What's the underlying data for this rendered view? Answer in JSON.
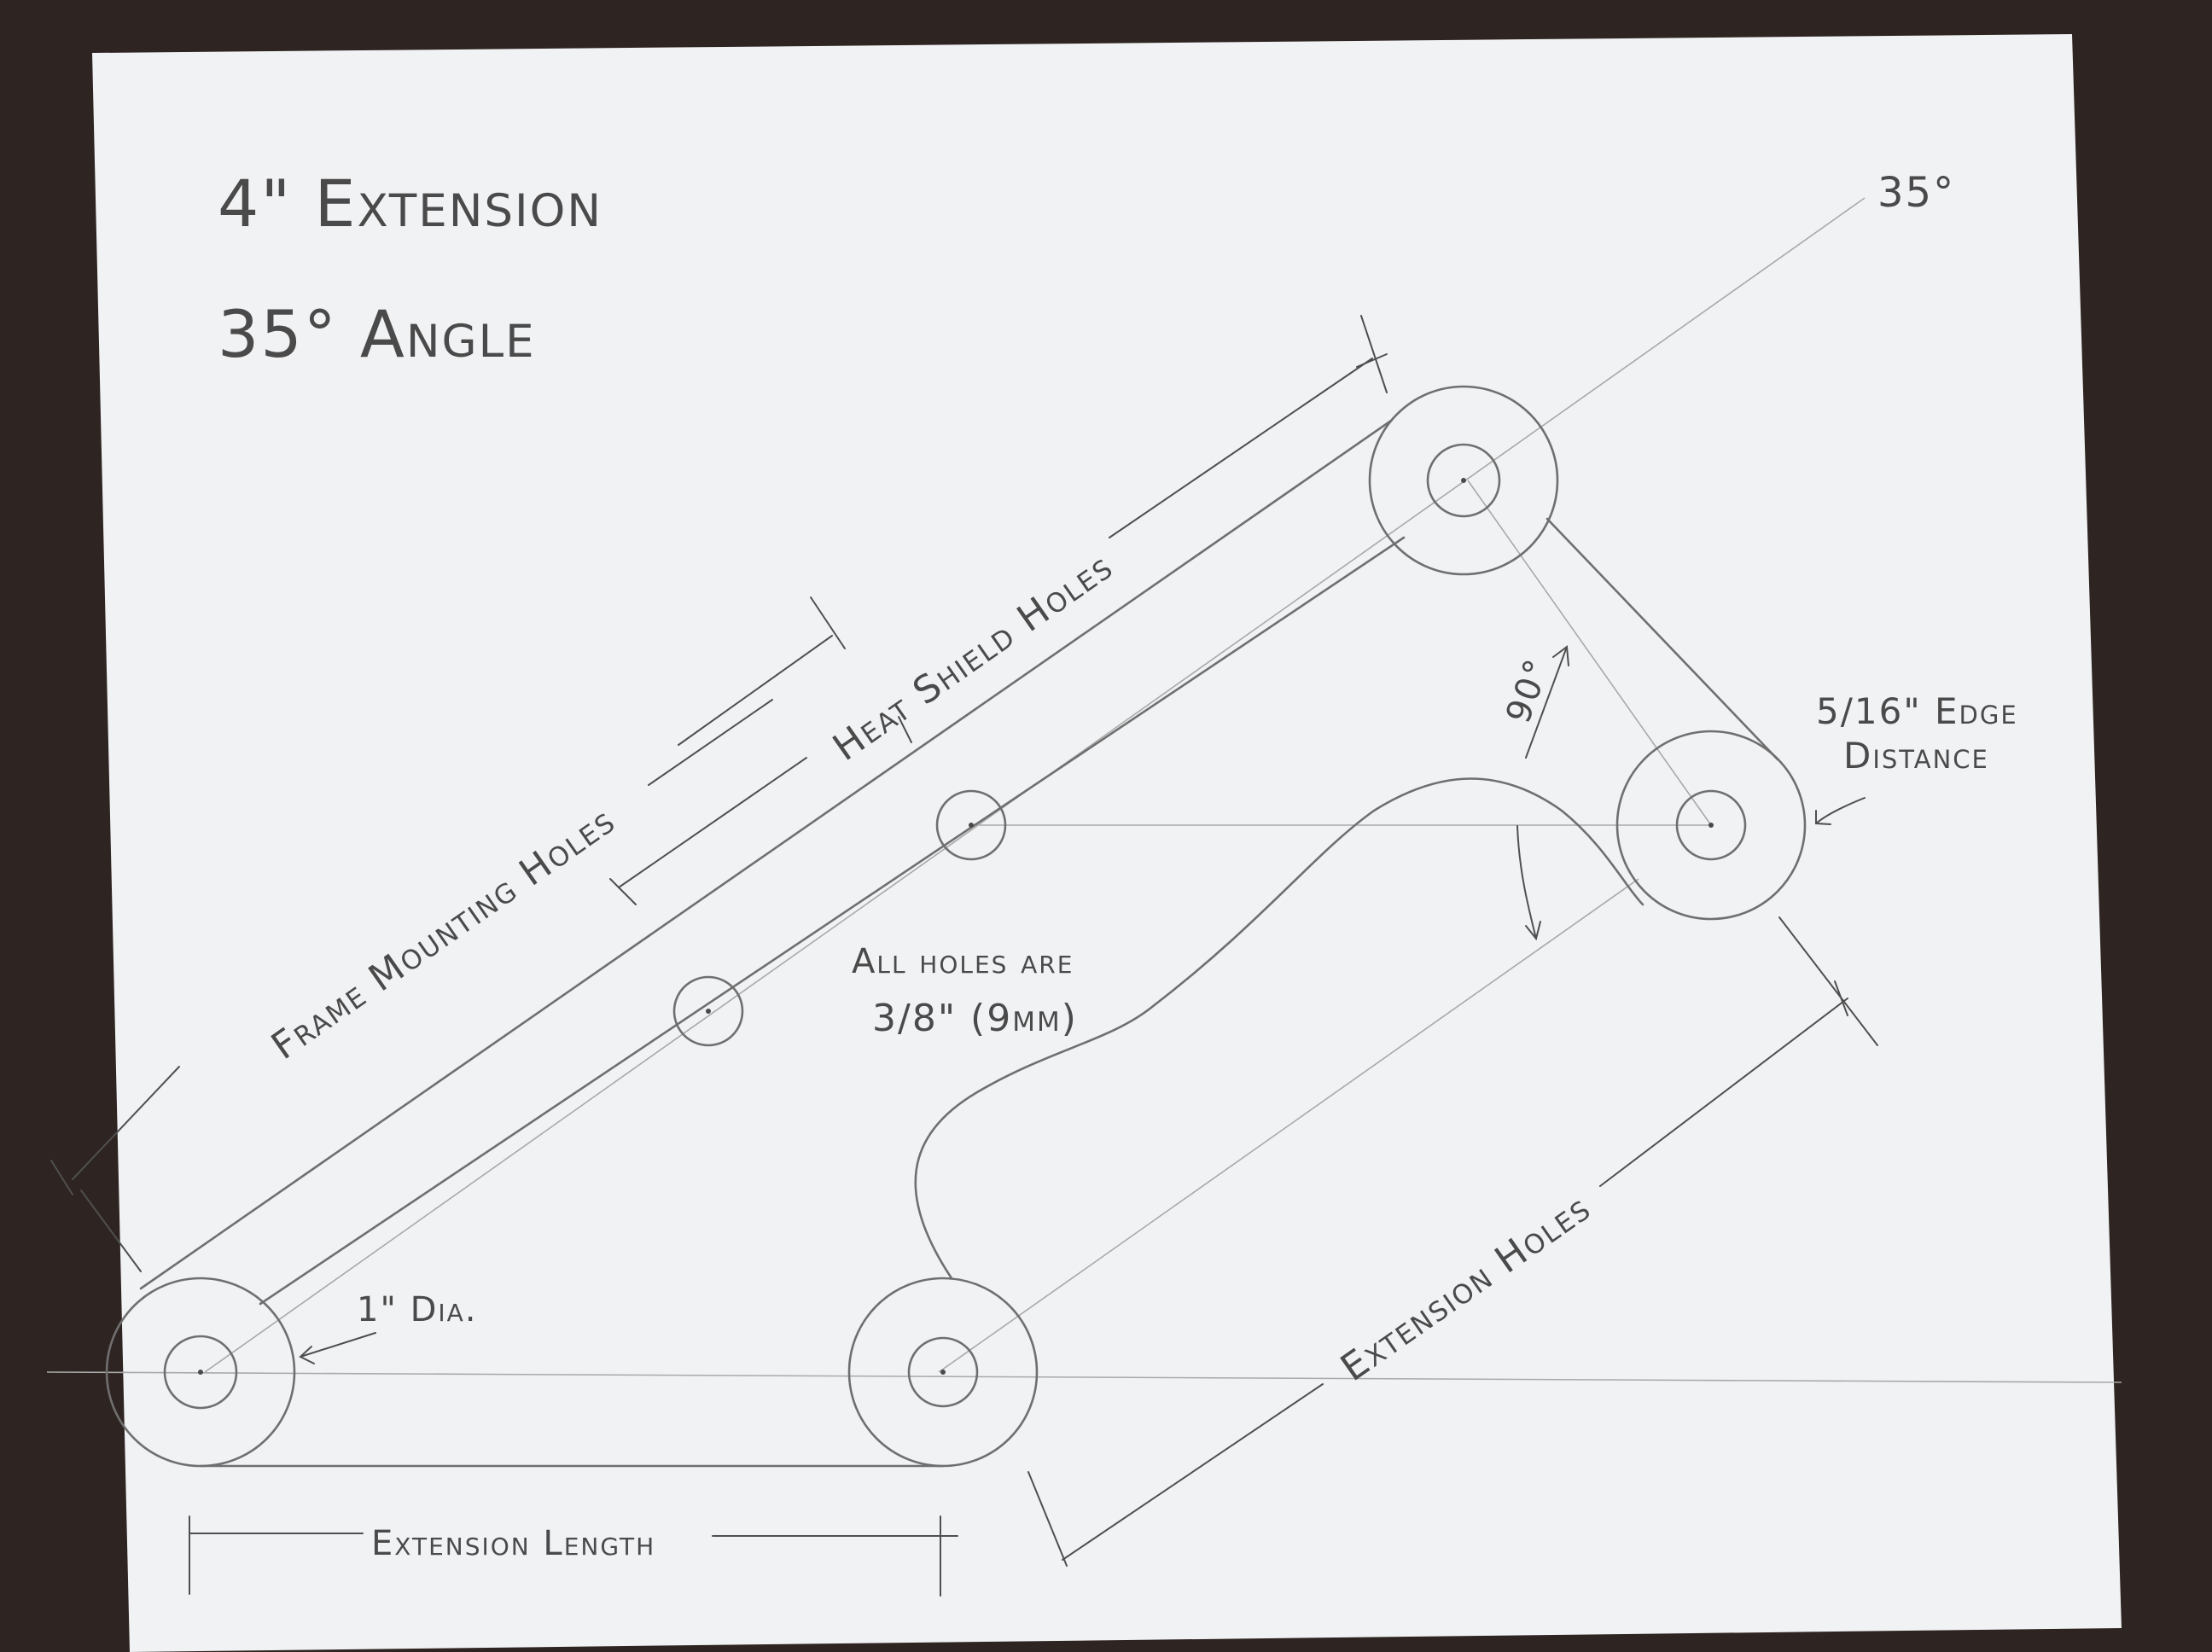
{
  "title": "4\" Extension",
  "subtitle": "35° Angle",
  "labels": {
    "angle_35": "35°",
    "heat_shield_holes": "Heat Shield Holes",
    "frame_mounting_holes": "Frame Mounting Holes",
    "angle_90": "90°",
    "edge_distance_line1": "5/16\" Edge",
    "edge_distance_line2": "Distance",
    "all_holes_line1": "All holes are",
    "all_holes_line2": "3/8\" (9mm)",
    "one_inch_dia": "1\" Dia.",
    "extension_holes": "Extension Holes",
    "extension_length": "Extension Length"
  },
  "colors": {
    "background": "#2e2421",
    "paper": "#f1f2f4",
    "pencil": "#6f6f6f",
    "ink": "#4a4a4a"
  }
}
